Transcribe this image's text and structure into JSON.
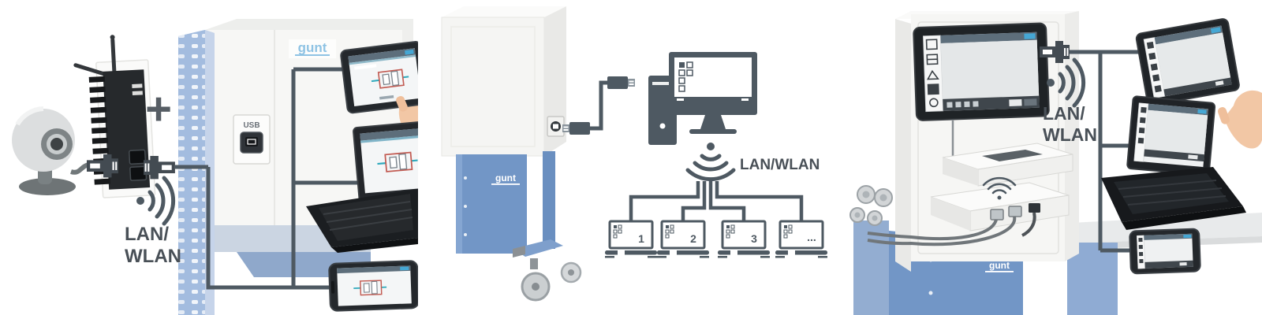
{
  "colors": {
    "gunt_blue": "#7296C6",
    "gunt_blue_light": "#A3BCDF",
    "gunt_blue_pale": "#C6D4EA",
    "line_slate": "#4E5962",
    "label_text": "#495057",
    "logo_light_blue": "#8FC3E4",
    "logo_white": "#FFFFFF",
    "screen_header": "#5D6E7B",
    "screen_accent_blue": "#45A7D4",
    "schematic_red": "#C25B52",
    "schematic_teal": "#2FA9BC",
    "hand_skin": "#F2C7A5"
  },
  "icons": {
    "wifi_right": "radio-signal-arcs-opening-right",
    "wifi_down": "radio-signal-arcs-opening-down",
    "rj45": "ethernet-lan-plug",
    "usb_plug": "usb-a-plug",
    "usb_socket": "usb-b-socket",
    "plus": "plus-sign",
    "webcam": "usb-camera"
  },
  "panel1": {
    "plus_sign": "+",
    "usb_port_label": "USB",
    "lan_label_line1": "LAN/",
    "lan_label_line2": "WLAN",
    "cabinet_logo": "gunt"
  },
  "panel2": {
    "lan_label": "LAN/WLAN",
    "trolley_logo": "gunt",
    "workstation_labels": [
      "1",
      "2",
      "3",
      "..."
    ]
  },
  "panel3": {
    "lan_label_line1": "LAN/",
    "lan_label_line2": "WLAN",
    "bench_logo": "gunt"
  }
}
